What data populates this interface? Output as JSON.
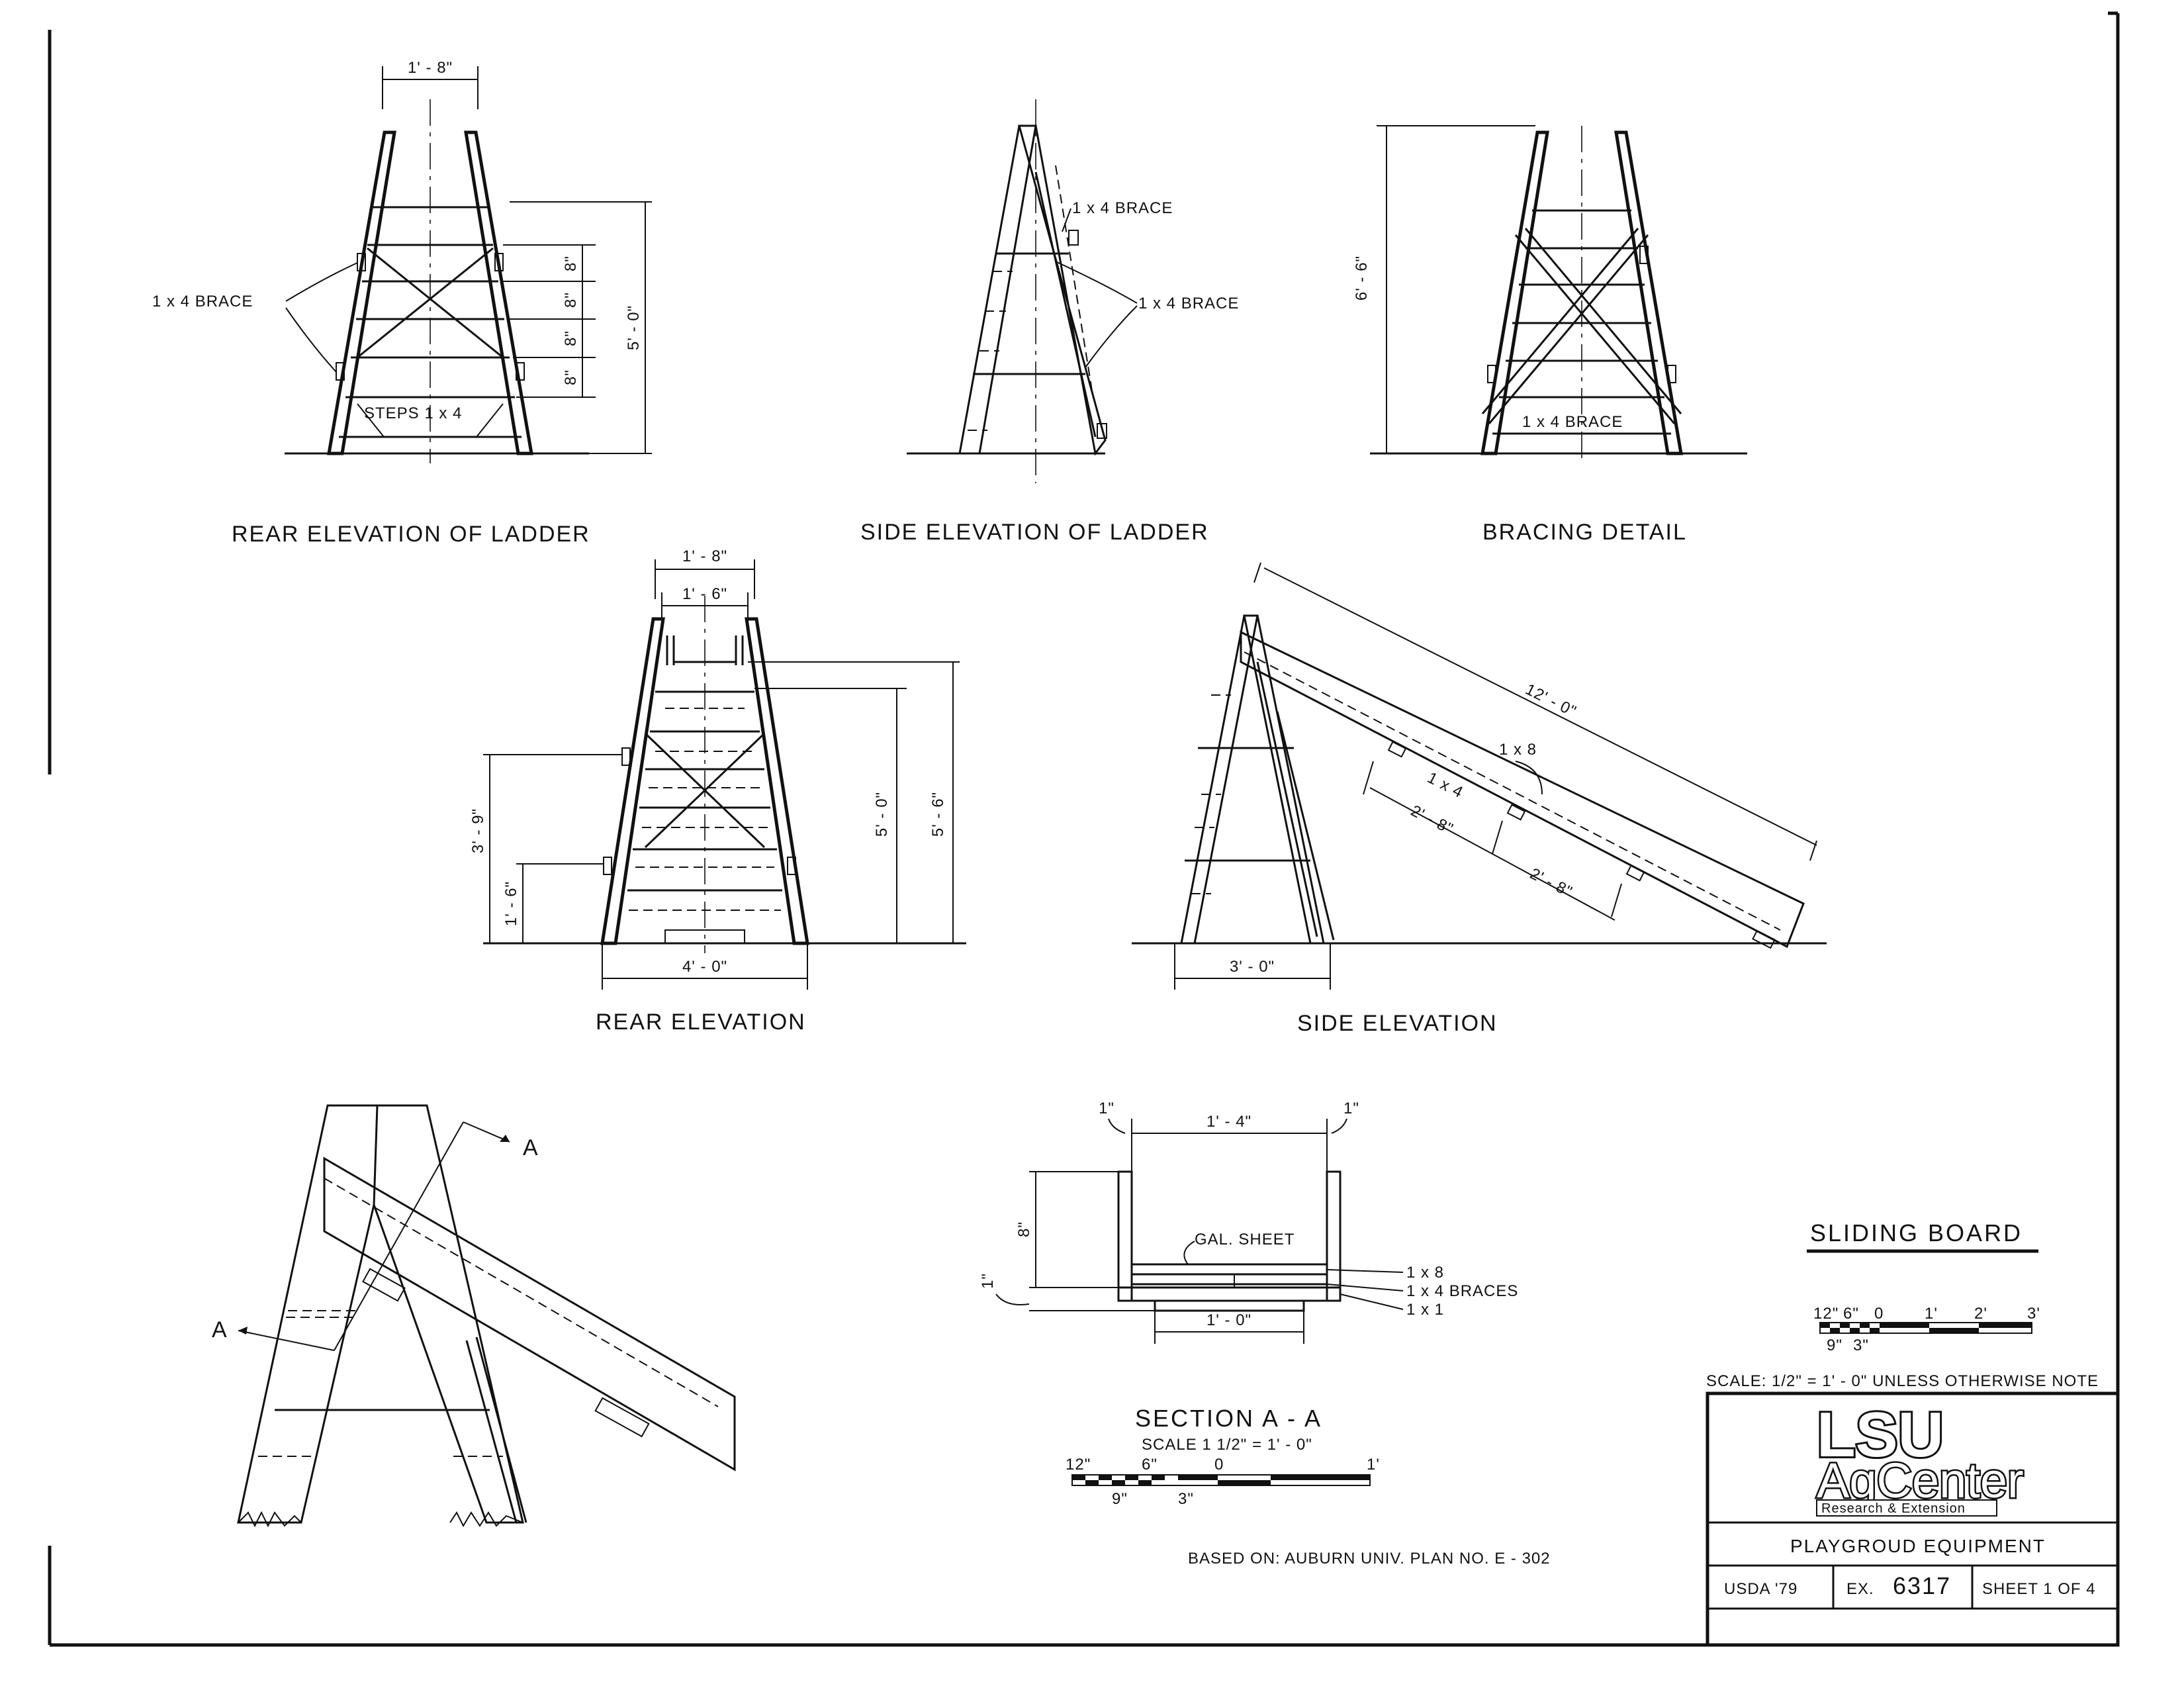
{
  "views": {
    "rear_ladder": {
      "title": "REAR ELEVATION OF LADDER",
      "dim_top": "1' - 8\"",
      "brace_label": "1 x 4  BRACE",
      "steps_label": "STEPS   1 x 4",
      "dim_spacing": [
        "8\"",
        "8\"",
        "8\"",
        "8\""
      ],
      "dim_height": "5' - 0\""
    },
    "side_ladder": {
      "title": "SIDE  ELEVATION  OF LADDER",
      "brace_top": "1 x 4  BRACE",
      "brace_mid": "1 x 4  BRACE"
    },
    "bracing": {
      "title": "BRACING  DETAIL",
      "dim_height": "6' - 6\"",
      "brace_label": "1 x 4    BRACE"
    },
    "rear": {
      "title": "REAR  ELEVATION",
      "dim_top_outer": "1' - 8\"",
      "dim_top_inner": "1' - 6\"",
      "dim_left_upper": "3' - 9\"",
      "dim_left_lower": "1' - 6\"",
      "dim_right_inner": "5' - 0\"",
      "dim_right_outer": "5' - 6\"",
      "dim_base": "4' - 0\""
    },
    "side": {
      "title": "SIDE  ELEVATION",
      "dim_board": "12' - 0\"",
      "board_label": "1 x 8",
      "cleat_label": "1 x 4",
      "dim_spacing_a": "2' - 8\"",
      "dim_spacing_b": "2' - 8\"",
      "dim_base": "3' - 0\""
    },
    "detail": {
      "marker_top": "A",
      "marker_left": "A"
    },
    "section": {
      "title": "SECTION  A - A",
      "scale_text": "SCALE  1 1/2\" = 1' - 0\"",
      "dim_left": "1\"",
      "dim_right": "1\"",
      "dim_width": "1' - 4\"",
      "dim_height": "8\"",
      "dim_bottom_thk": "1\"",
      "dim_bottom": "1' - 0\"",
      "sheet_label": "GAL.  SHEET",
      "callouts": [
        "1 x 8",
        "1 x 4  BRACES",
        "1 x 1"
      ],
      "scalebar_top": [
        "12\"",
        "6\"",
        "0",
        "1'"
      ],
      "scalebar_bottom": [
        "9\"",
        "3\""
      ]
    }
  },
  "credit": "BASED  ON:  AUBURN  UNIV.  PLAN  NO.  E - 302",
  "title_block": {
    "project_title": "SLIDING  BOARD",
    "scalebar_top": [
      "12\"",
      "6\"",
      "0",
      "1'",
      "2'",
      "3'"
    ],
    "scalebar_bottom": [
      "9\"",
      "3\""
    ],
    "scale_note": "SCALE:  1/2\" = 1' - 0\"  UNLESS  OTHERWISE  NOTE",
    "logo_line1": "LSU",
    "logo_line2": "AgCenter",
    "logo_line3": "Research & Extension",
    "sheet_name": "PLAYGROUD   EQUIPMENT",
    "agency": "USDA   '79",
    "ex_label": "EX.",
    "ex_number": "6317",
    "sheet_number": "SHEET  1  OF 4"
  }
}
